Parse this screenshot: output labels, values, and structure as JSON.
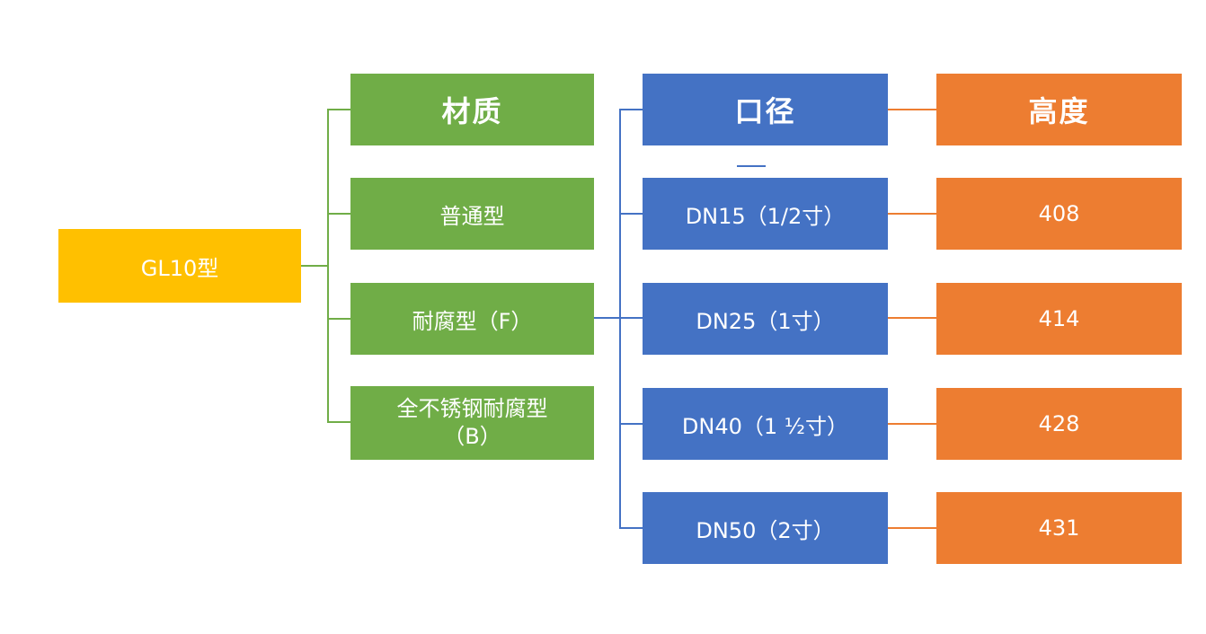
{
  "colors": {
    "root": "#FFC000",
    "material": "#70AD47",
    "diameter": "#4472C4",
    "height": "#ED7D31",
    "background": "#FFFFFF",
    "text": "#FFFFFF"
  },
  "root": {
    "label": "GL10型"
  },
  "material": {
    "header": "材质",
    "items": [
      "普通型",
      "耐腐型（F）",
      "全不锈钢耐腐型\n（B）"
    ]
  },
  "diameter": {
    "header": "口径",
    "items": [
      "DN15（1/2寸）",
      "DN25（1寸）",
      "DN40（1 ½寸）",
      "DN50（2寸）"
    ]
  },
  "height": {
    "header": "高度",
    "items": [
      "408",
      "414",
      "428",
      "431"
    ]
  }
}
